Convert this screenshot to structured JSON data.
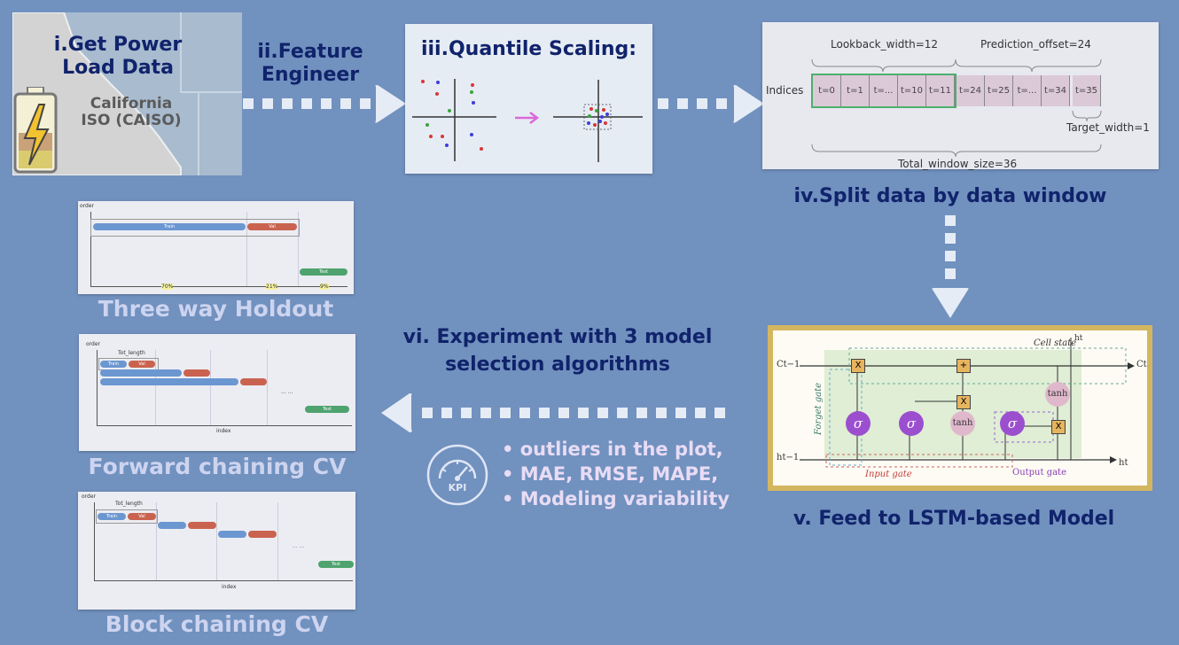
{
  "steps": {
    "get_data": "i.Get Power Load Data",
    "caiso": "California ISO (CAISO)",
    "feature": "ii.Feature Engineer",
    "quantile": "iii.Quantile Scaling:",
    "split": "iv.Split data by data window",
    "lstm": "v. Feed to LSTM-based Model",
    "experiment": "vi. Experiment with 3 model selection algorithms"
  },
  "window_diagram": {
    "lookback": "Lookback_width=12",
    "prediction": "Prediction_offset=24",
    "indices_label": "Indices",
    "cells": [
      "t=0",
      "t=1",
      "t=...",
      "t=10",
      "t=11",
      "t=24",
      "t=25",
      "t=...",
      "t=34",
      "t=35"
    ],
    "target": "Target_width=1",
    "total": "Total_window_size=36"
  },
  "lstm_diagram": {
    "cell_state": "Cell state",
    "forget_gate": "Forget gate",
    "input_gate": "Input gate",
    "output_gate": "Output gate",
    "sigma": "σ",
    "tanh": "tanh",
    "c_prev": "Ct−1",
    "c_next": "Ct",
    "h_prev": "ht−1",
    "h_next": "ht",
    "h_top": "ht",
    "mult": "X",
    "add": "+"
  },
  "kpi": {
    "icon_label": "KPI",
    "bullets": [
      "outliers in the plot,",
      "MAE, RMSE, MAPE,",
      "Modeling variability"
    ]
  },
  "methods": {
    "three_way": "Three way Holdout",
    "forward": "Forward chaining CV",
    "block": "Block chaining CV"
  },
  "mini_charts": {
    "order": "order",
    "index": "index",
    "train": "Train",
    "val": "Val",
    "test": "Test",
    "ticks": [
      "70%",
      "21%",
      "9%"
    ],
    "tot_length": "Tot_length",
    "ellipsis": "... ..."
  },
  "colors": {
    "background": "#7191bf",
    "title_text": "#10236b",
    "method_text": "#cdd4ef",
    "arrow": "#e6ecf5",
    "train": "#6b97d1",
    "val": "#c9634f",
    "test": "#4ea36e",
    "lstm_border": "#d4b661"
  }
}
